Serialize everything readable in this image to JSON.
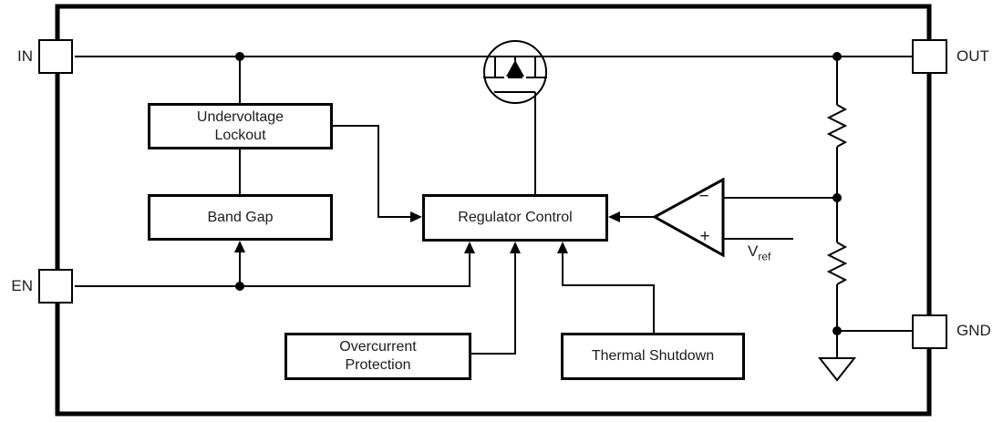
{
  "diagram_type": "functional-block-diagram",
  "pins": {
    "in": {
      "label": "IN"
    },
    "en": {
      "label": "EN"
    },
    "out": {
      "label": "OUT"
    },
    "gnd": {
      "label": "GND"
    }
  },
  "blocks": {
    "uvl": {
      "label": "Undervoltage\nLockout"
    },
    "bandgap": {
      "label": "Band Gap"
    },
    "regctrl": {
      "label": "Regulator Control"
    },
    "ocp": {
      "label": "Overcurrent\nProtection"
    },
    "thermal": {
      "label": "Thermal Shutdown"
    }
  },
  "error_amp": {
    "inverting_label": "−",
    "noninverting_label": "+"
  },
  "vref": {
    "symbol": "V",
    "subscript": "ref"
  },
  "symbols": [
    "pass-fet-icon",
    "error-amplifier-icon",
    "resistor-icon",
    "ground-icon",
    "junction-dot"
  ],
  "colors": {
    "line": "#000000",
    "text": "#1c1c1c",
    "background": "#ffffff"
  }
}
